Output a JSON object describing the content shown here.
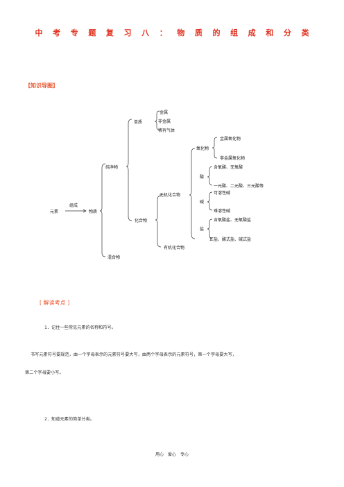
{
  "title": [
    "中",
    "考",
    "专",
    "题",
    "复",
    "习",
    "八",
    "：",
    "物",
    "质",
    "的",
    "组",
    "成",
    "和",
    "分",
    "类"
  ],
  "section1": "【知识导图】",
  "map": {
    "root": "元素",
    "relation": "组成",
    "matter": "物质",
    "pure": "纯净物",
    "mixture": "混合物",
    "simple": "单质",
    "metal": "金属",
    "nonmetal": "非金属",
    "noble": "稀有气体",
    "compound": "化合物",
    "inorganic": "无机化合物",
    "organic": "有机化合物",
    "oxide": "氧化物",
    "metal_oxide": "金属氧化物",
    "nonmetal_oxide": "非金属氧化物",
    "acid": "酸",
    "acid_a": "含氧酸、无氧酸",
    "acid_b": "一元酸、二元酸、三元酸等",
    "base": "碱",
    "base_a": "可溶性碱",
    "base_b": "难溶性碱",
    "salt": "盐",
    "salt_a": "含氧酸盐、无氧酸盐",
    "salt_b": "正盐、酸式盐、碱式盐"
  },
  "section2": "[ 解读考点 ]",
  "point1": "1．记住一些常见元素的名称和符号。",
  "para1_line1": "书写元素符号要规范，由一个字母表示的元素符号要大写，由两个字母表示的元素符号，第一个字母要大写，",
  "para1_line2": "第二个字母要小写。",
  "point2": "2．知道元素的简单分类。",
  "footer": "用心　爱心　专心"
}
